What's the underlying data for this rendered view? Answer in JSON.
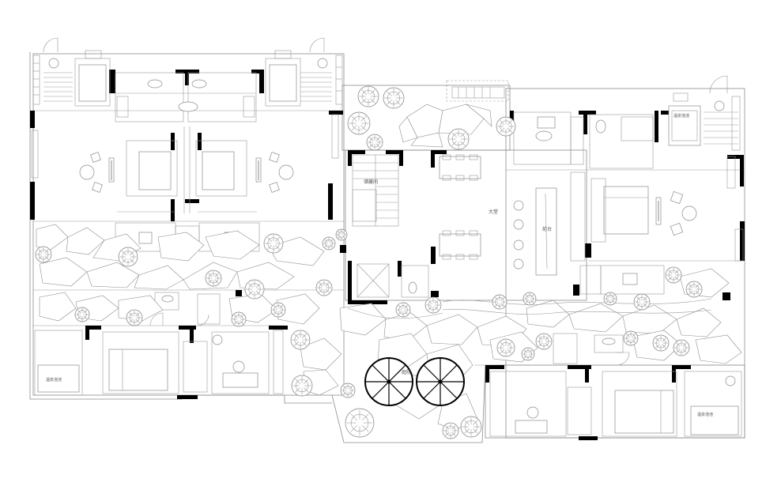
{
  "labels": {
    "storage": "储藏间",
    "lobby": "大堂",
    "reception": "前台",
    "courtyard": "庭院",
    "hotspring_left": "温泉泡池",
    "hotspring_top_right": "温泉泡池",
    "hotspring_bottom_right": "温泉泡池"
  },
  "icons": {
    "tree": "tree-icon",
    "umbrella": "parasol-icon",
    "bed": "bed-icon",
    "sofa": "sofa-icon",
    "toilet": "toilet-icon",
    "sink": "sink-icon"
  }
}
